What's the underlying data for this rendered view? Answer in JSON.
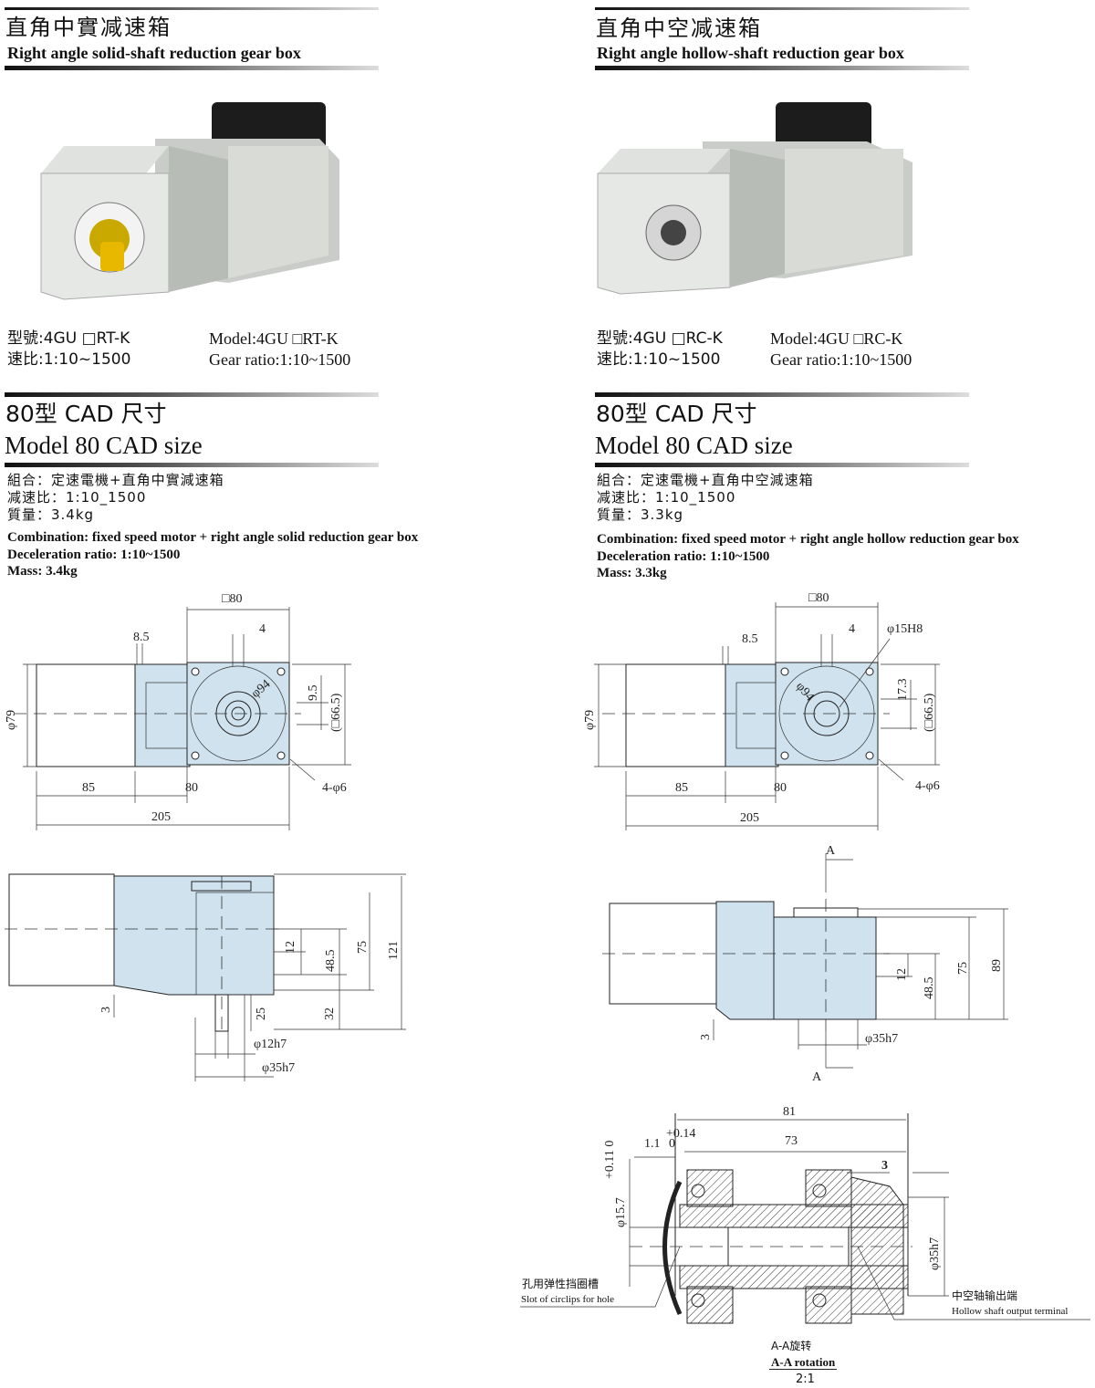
{
  "left": {
    "title_zh": "直角中實减速箱",
    "title_en": "Right angle solid-shaft reduction gear box",
    "model_zh": "型號:4GU □RT-K",
    "ratio_zh": "速比:1:10~1500",
    "model_en": "Model:4GU □RT-K",
    "ratio_en": "Gear ratio:1:10~1500",
    "cad_zh": "80型  CAD 尺寸",
    "cad_en": "Model 80  CAD size",
    "combo_zh": "組合：定速電機+直角中實減速箱",
    "decel_zh": "减速比：1:10_1500",
    "mass_zh": "質量：3.4kg",
    "combo_en": "Combination: fixed speed motor + right angle solid reduction gear box",
    "decel_en": "Deceleration ratio: 1:10~1500",
    "mass_en": "Mass: 3.4kg",
    "front_dims": {
      "sq80": "□80",
      "d85": "8.5",
      "d4": "4",
      "phi94": "φ94",
      "d95": "9.5",
      "sq665": "(□66.5)",
      "phi79": "φ79",
      "d85b": "85",
      "d80": "80",
      "holes": "4-φ6",
      "d205": "205"
    },
    "side_dims": {
      "d12": "12",
      "d485": "48.5",
      "d75": "75",
      "d121": "121",
      "d3": "3",
      "d25": "25",
      "d32": "32",
      "phi12": "φ12h7",
      "phi35": "φ35h7"
    }
  },
  "right": {
    "title_zh": "直角中空减速箱",
    "title_en": "Right angle hollow-shaft reduction gear box",
    "model_zh": "型號:4GU □RC-K",
    "ratio_zh": "速比:1:10~1500",
    "model_en": "Model:4GU □RC-K",
    "ratio_en": "Gear ratio:1:10~1500",
    "cad_zh": "80型  CAD 尺寸",
    "cad_en": "Model 80  CAD size",
    "combo_zh": "組合：定速電機+直角中空減速箱",
    "decel_zh": "减速比：1:10_1500",
    "mass_zh": "質量：3.3kg",
    "combo_en": "Combination: fixed speed motor + right angle hollow reduction gear box",
    "decel_en": "Deceleration ratio: 1:10~1500",
    "mass_en": "Mass: 3.3kg",
    "front_dims": {
      "sq80": "□80",
      "d85": "8.5",
      "d4": "4",
      "phi15": "φ15H8",
      "phi94": "φ94",
      "d173": "17.3",
      "sq665": "(□66.5)",
      "phi79": "φ79",
      "d85b": "85",
      "d80": "80",
      "holes": "4-φ6",
      "d205": "205"
    },
    "side_dims": {
      "sectionA": "A",
      "d12": "12",
      "d485": "48.5",
      "d75": "75",
      "d89": "89",
      "d3": "3",
      "phi35": "φ35h7"
    },
    "section": {
      "d81": "81",
      "d11": "1.1",
      "tol11_up": "+0.14",
      "tol11_lo": "0",
      "d73": "73",
      "d3": "3",
      "phi157": "φ15.7",
      "tol157": "+0.11 0",
      "phi35": "φ35h7",
      "circlip_zh": "孔用弹性挡圈槽",
      "circlip_en": "Slot of circlips for hole",
      "output_zh": "中空轴输出端",
      "output_en": "Hollow shaft output terminal",
      "caption_zh": "A-A旋转",
      "caption_en": "A-A rotation",
      "scale": "2:1"
    }
  }
}
